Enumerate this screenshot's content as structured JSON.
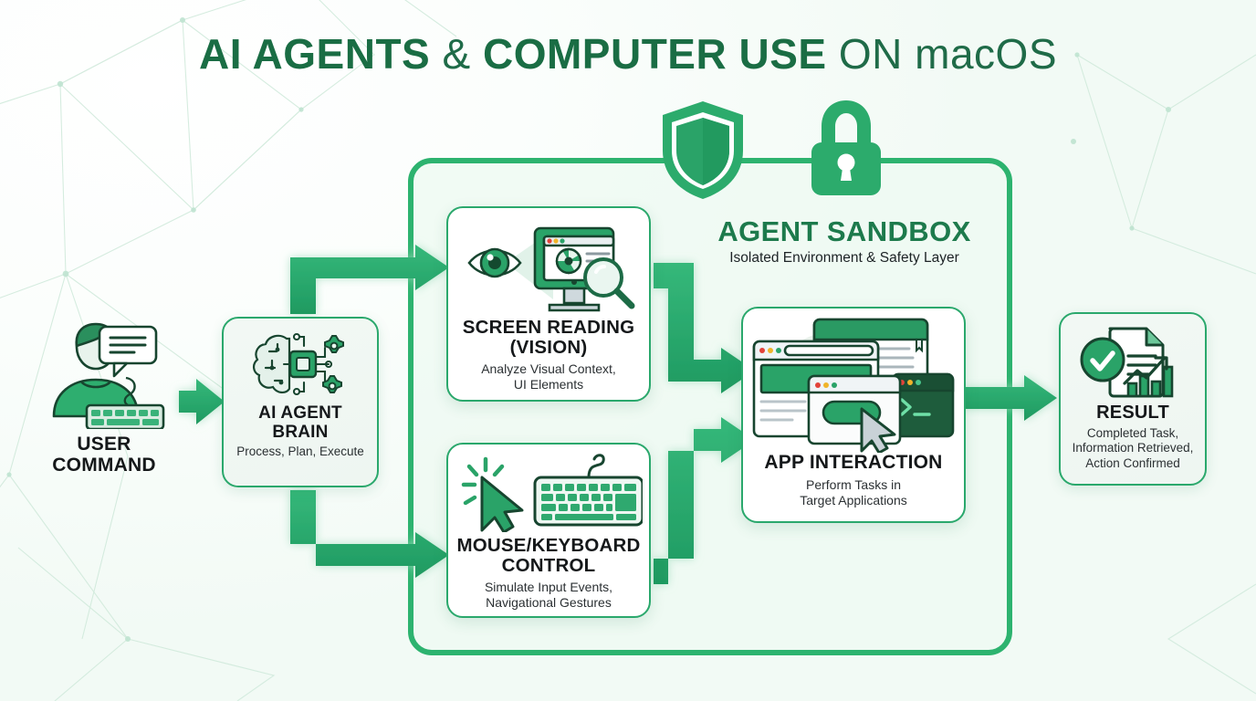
{
  "title": {
    "bold1": "AI AGENTS",
    "amp": " & ",
    "bold2": "COMPUTER USE",
    "light": " ON macOS"
  },
  "sandbox": {
    "title": "AGENT SANDBOX",
    "subtitle": "Isolated Environment & Safety Layer",
    "icons": [
      "shield-icon",
      "padlock-icon"
    ]
  },
  "nodes": {
    "user": {
      "title": "USER\nCOMMAND",
      "title_line1": "USER",
      "title_line2": "COMMAND",
      "icon": "user-with-speech-bubble-and-keyboard-icon"
    },
    "brain": {
      "title_line1": "AI AGENT",
      "title_line2": "BRAIN",
      "subtitle": "Process, Plan, Execute",
      "icon": "brain-circuit-gears-icon"
    },
    "vision": {
      "title_line1": "SCREEN READING",
      "title_line2": "(VISION)",
      "subtitle_line1": "Analyze Visual Context,",
      "subtitle_line2": "UI Elements",
      "icon": "eye-monitor-magnifier-icon"
    },
    "control": {
      "title_line1": "MOUSE/KEYBOARD",
      "title_line2": "CONTROL",
      "subtitle_line1": "Simulate Input Events,",
      "subtitle_line2": "Navigational Gestures",
      "icon": "cursor-click-keyboard-icon"
    },
    "app": {
      "title": "APP INTERACTION",
      "subtitle_line1": "Perform Tasks in",
      "subtitle_line2": "Target Applications",
      "icon": "app-windows-terminal-cursor-icon"
    },
    "result": {
      "title": "RESULT",
      "subtitle_line1": "Completed Task,",
      "subtitle_line2": "Information Retrieved,",
      "subtitle_line3": "Action Confirmed",
      "icon": "document-check-chart-icon"
    }
  },
  "colors": {
    "brand_green": "#2aa86c",
    "deep_green": "#1a6d44",
    "arrow_green": "#2bac6e",
    "panel_tint": "#eef8f1",
    "card_soft": "#f1f8f4",
    "text_dark": "#15181a"
  },
  "flow": [
    {
      "from": "user",
      "to": "brain"
    },
    {
      "from": "brain",
      "to": "vision"
    },
    {
      "from": "brain",
      "to": "control"
    },
    {
      "from": "vision",
      "to": "app"
    },
    {
      "from": "control",
      "to": "app"
    },
    {
      "from": "app",
      "to": "result"
    }
  ]
}
